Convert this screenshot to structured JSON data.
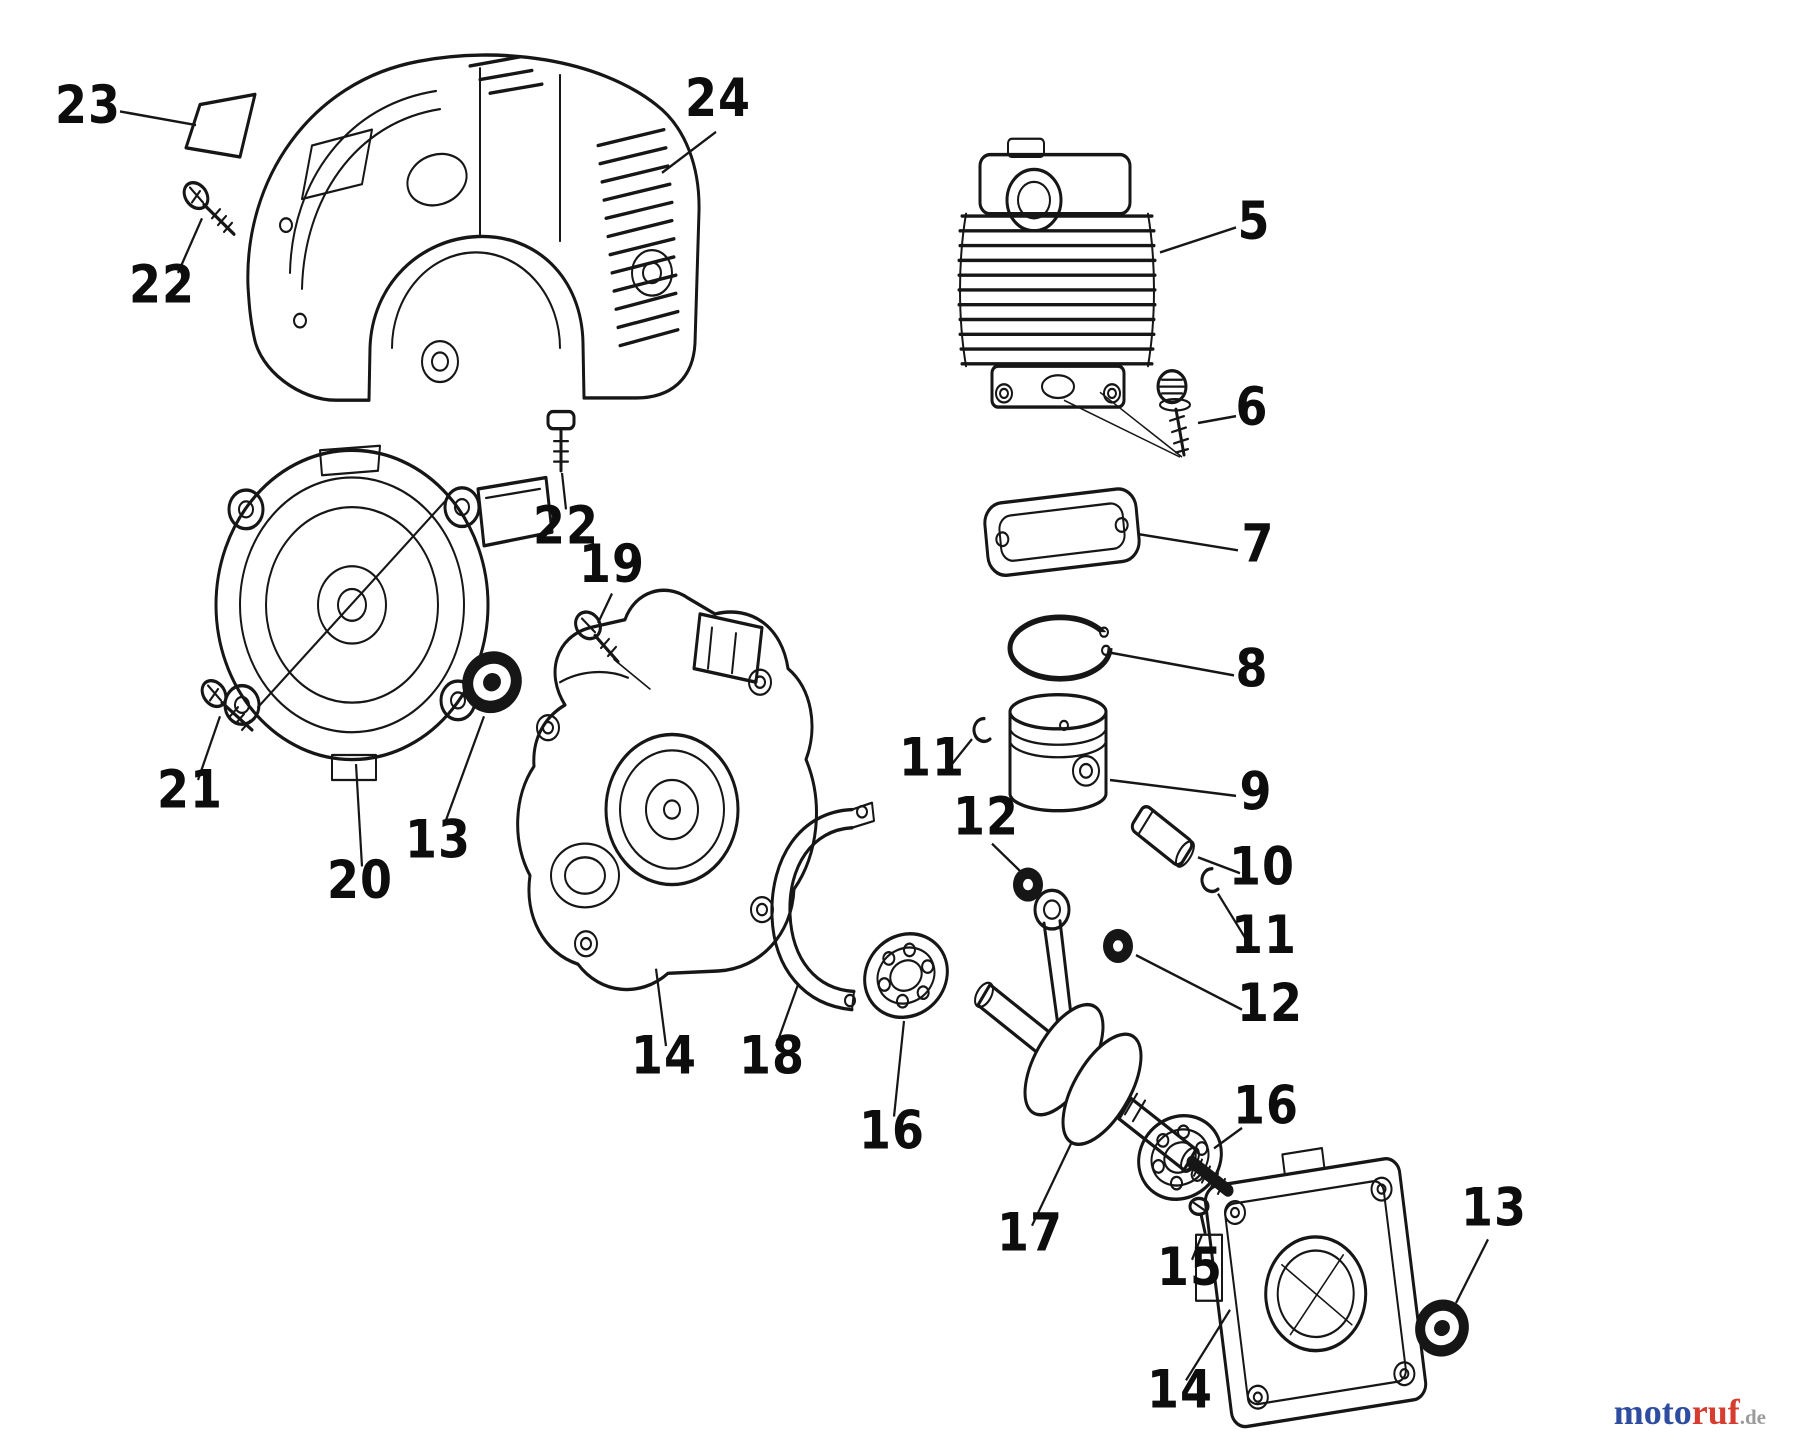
{
  "page": {
    "background": "#ffffff"
  },
  "diagram": {
    "kind": "exploded-parts-diagram",
    "subject": "small engine assembly: covers, flywheel housing, crankcase halves, cylinder, piston, crankshaft and bearings",
    "line_color": "#161616",
    "label_color": "#0d0d0d"
  },
  "callouts": [
    {
      "label": "23"
    },
    {
      "label": "22"
    },
    {
      "label": "24"
    },
    {
      "label": "5"
    },
    {
      "label": "6"
    },
    {
      "label": "22"
    },
    {
      "label": "7"
    },
    {
      "label": "19"
    },
    {
      "label": "8"
    },
    {
      "label": "11"
    },
    {
      "label": "9"
    },
    {
      "label": "12"
    },
    {
      "label": "10"
    },
    {
      "label": "11"
    },
    {
      "label": "21"
    },
    {
      "label": "13"
    },
    {
      "label": "20"
    },
    {
      "label": "12"
    },
    {
      "label": "14"
    },
    {
      "label": "18"
    },
    {
      "label": "16"
    },
    {
      "label": "16"
    },
    {
      "label": "17"
    },
    {
      "label": "13"
    },
    {
      "label": "15"
    },
    {
      "label": "14"
    }
  ],
  "watermark": {
    "moto": "moto",
    "ruf": "ruf",
    "domain": ".de",
    "moto_color": "#2f4da0",
    "ruf_color": "#d63c2f",
    "domain_color": "#9b9b9b"
  }
}
